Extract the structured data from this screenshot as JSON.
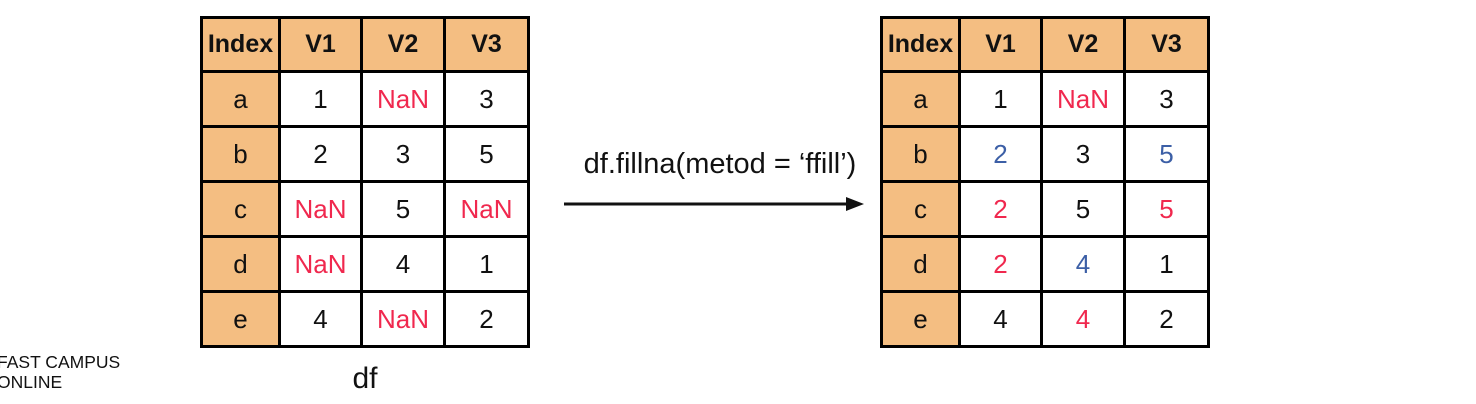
{
  "colors": {
    "header_bg": "#F4BE82",
    "border": "#000000",
    "nan_red": "#F0284E",
    "fill_blue": "#3C5FA6",
    "text": "#111111"
  },
  "left_table": {
    "caption": "df",
    "headers": [
      "Index",
      "V1",
      "V2",
      "V3"
    ],
    "rows": [
      {
        "index": "a",
        "cells": [
          {
            "t": "1",
            "c": "black"
          },
          {
            "t": "NaN",
            "c": "red"
          },
          {
            "t": "3",
            "c": "black"
          }
        ]
      },
      {
        "index": "b",
        "cells": [
          {
            "t": "2",
            "c": "black"
          },
          {
            "t": "3",
            "c": "black"
          },
          {
            "t": "5",
            "c": "black"
          }
        ]
      },
      {
        "index": "c",
        "cells": [
          {
            "t": "NaN",
            "c": "red"
          },
          {
            "t": "5",
            "c": "black"
          },
          {
            "t": "NaN",
            "c": "red"
          }
        ]
      },
      {
        "index": "d",
        "cells": [
          {
            "t": "NaN",
            "c": "red"
          },
          {
            "t": "4",
            "c": "black"
          },
          {
            "t": "1",
            "c": "black"
          }
        ]
      },
      {
        "index": "e",
        "cells": [
          {
            "t": "4",
            "c": "black"
          },
          {
            "t": "NaN",
            "c": "red"
          },
          {
            "t": "2",
            "c": "black"
          }
        ]
      }
    ]
  },
  "transform": {
    "code": "df.fillna(metod = ‘ffill’)"
  },
  "right_table": {
    "headers": [
      "Index",
      "V1",
      "V2",
      "V3"
    ],
    "rows": [
      {
        "index": "a",
        "cells": [
          {
            "t": "1",
            "c": "black"
          },
          {
            "t": "NaN",
            "c": "red"
          },
          {
            "t": "3",
            "c": "black"
          }
        ]
      },
      {
        "index": "b",
        "cells": [
          {
            "t": "2",
            "c": "blue"
          },
          {
            "t": "3",
            "c": "black"
          },
          {
            "t": "5",
            "c": "blue"
          }
        ]
      },
      {
        "index": "c",
        "cells": [
          {
            "t": "2",
            "c": "red"
          },
          {
            "t": "5",
            "c": "black"
          },
          {
            "t": "5",
            "c": "red"
          }
        ]
      },
      {
        "index": "d",
        "cells": [
          {
            "t": "2",
            "c": "red"
          },
          {
            "t": "4",
            "c": "blue"
          },
          {
            "t": "1",
            "c": "black"
          }
        ]
      },
      {
        "index": "e",
        "cells": [
          {
            "t": "4",
            "c": "black"
          },
          {
            "t": "4",
            "c": "red"
          },
          {
            "t": "2",
            "c": "black"
          }
        ]
      }
    ]
  },
  "watermark": {
    "line1": "FAST CAMPUS",
    "line2": "ONLINE"
  }
}
